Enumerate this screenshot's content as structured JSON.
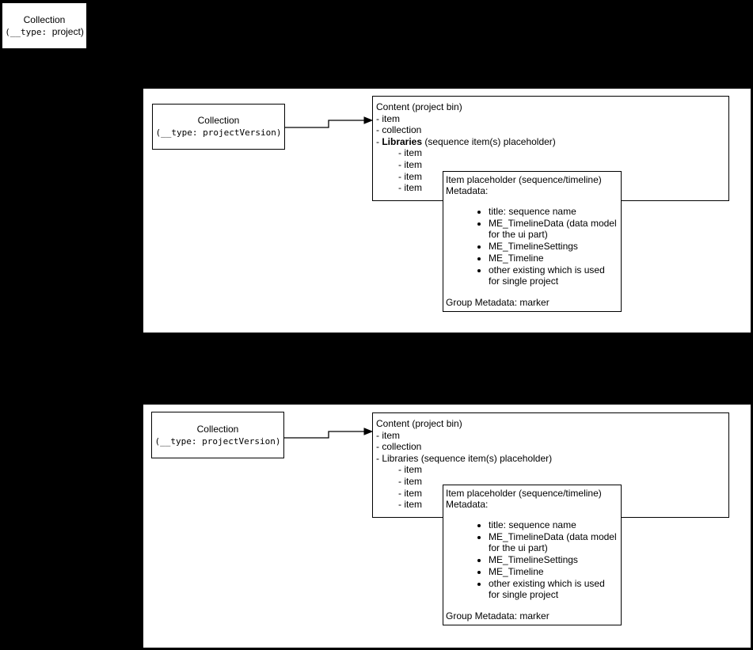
{
  "root_box": {
    "title": "Collection",
    "type_prefix": "(__type: ",
    "type_value": "project)"
  },
  "panels": [
    {
      "collection": {
        "title": "Collection",
        "type": "(__type: projectVersion)"
      },
      "content": {
        "title": "Content (project bin)",
        "items": [
          "- item",
          "- collection"
        ],
        "libraries_prefix": "- ",
        "libraries_word": "Libraries",
        "libraries_suffix": " (sequence item(s) placeholder)",
        "sub_items": [
          "- item",
          "- item",
          "- item",
          "- item"
        ]
      },
      "placeholder": {
        "title": "Item placeholder (sequence/timeline)",
        "subtitle": "Metadata:",
        "bullets": [
          "title: sequence name",
          "ME_TimelineData (data model for the ui part)",
          "ME_TimelineSettings",
          "ME_Timeline",
          "other existing which is used for single project"
        ],
        "footer": "Group Metadata: marker"
      }
    },
    {
      "collection": {
        "title": "Collection",
        "type": "(__type: projectVersion)"
      },
      "content": {
        "title": "Content (project bin)",
        "items": [
          "- item",
          "- collection"
        ],
        "libraries_prefix": "- ",
        "libraries_word": "Libraries",
        "libraries_suffix": " (sequence item(s) placeholder)",
        "sub_items": [
          "- item",
          "- item",
          "- item",
          "- item"
        ]
      },
      "placeholder": {
        "title": "Item placeholder (sequence/timeline)",
        "subtitle": "Metadata:",
        "bullets": [
          "title: sequence name",
          "ME_TimelineData (data model for the ui part)",
          "ME_TimelineSettings",
          "ME_Timeline",
          "other existing which is used for single project"
        ],
        "footer": "Group Metadata: marker"
      }
    }
  ]
}
